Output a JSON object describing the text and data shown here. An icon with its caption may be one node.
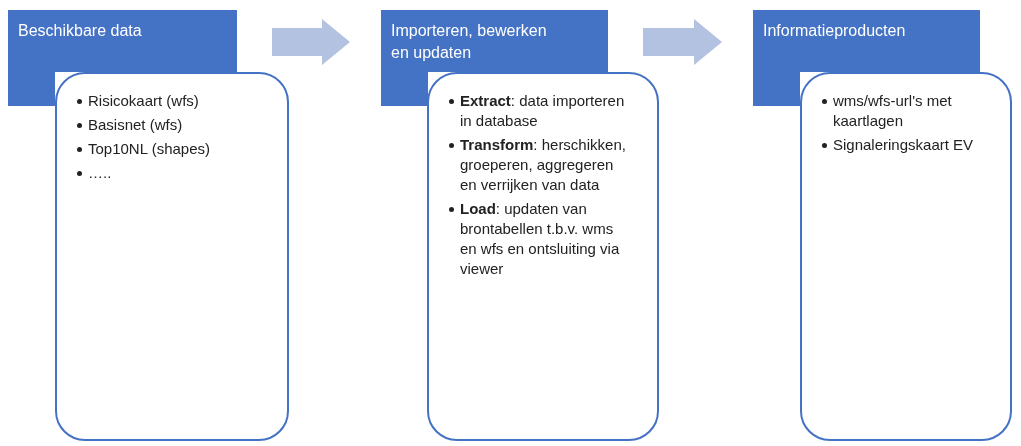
{
  "diagram": {
    "nodes": [
      {
        "text": [
          "Beschikbare data"
        ]
      },
      {
        "text": [
          "Risicokaart (wfs)",
          "Basisnet (wfs)",
          "Top10NL (shapes)",
          "….."
        ]
      },
      {
        "text": [
          "Importeren, bewerken en updaten"
        ]
      },
      {
        "text": [
          "**Extract**: data importeren in database",
          "**Transform**: herschikken, groeperen, aggregeren en verrijken van data",
          "**Load**: updaten van brontabellen t.b.v. wms en wfs en ontsluiting via viewer"
        ]
      },
      {
        "text": [
          "Informatieproducten"
        ]
      },
      {
        "text": [
          "wms/wfs-url's met kaartlagen",
          "Signaleringskaart EV"
        ]
      }
    ],
    "edges": [
      {
        "from": 0,
        "to": 2,
        "arrow": "to"
      },
      {
        "from": 2,
        "to": 4,
        "arrow": "to"
      }
    ]
  }
}
